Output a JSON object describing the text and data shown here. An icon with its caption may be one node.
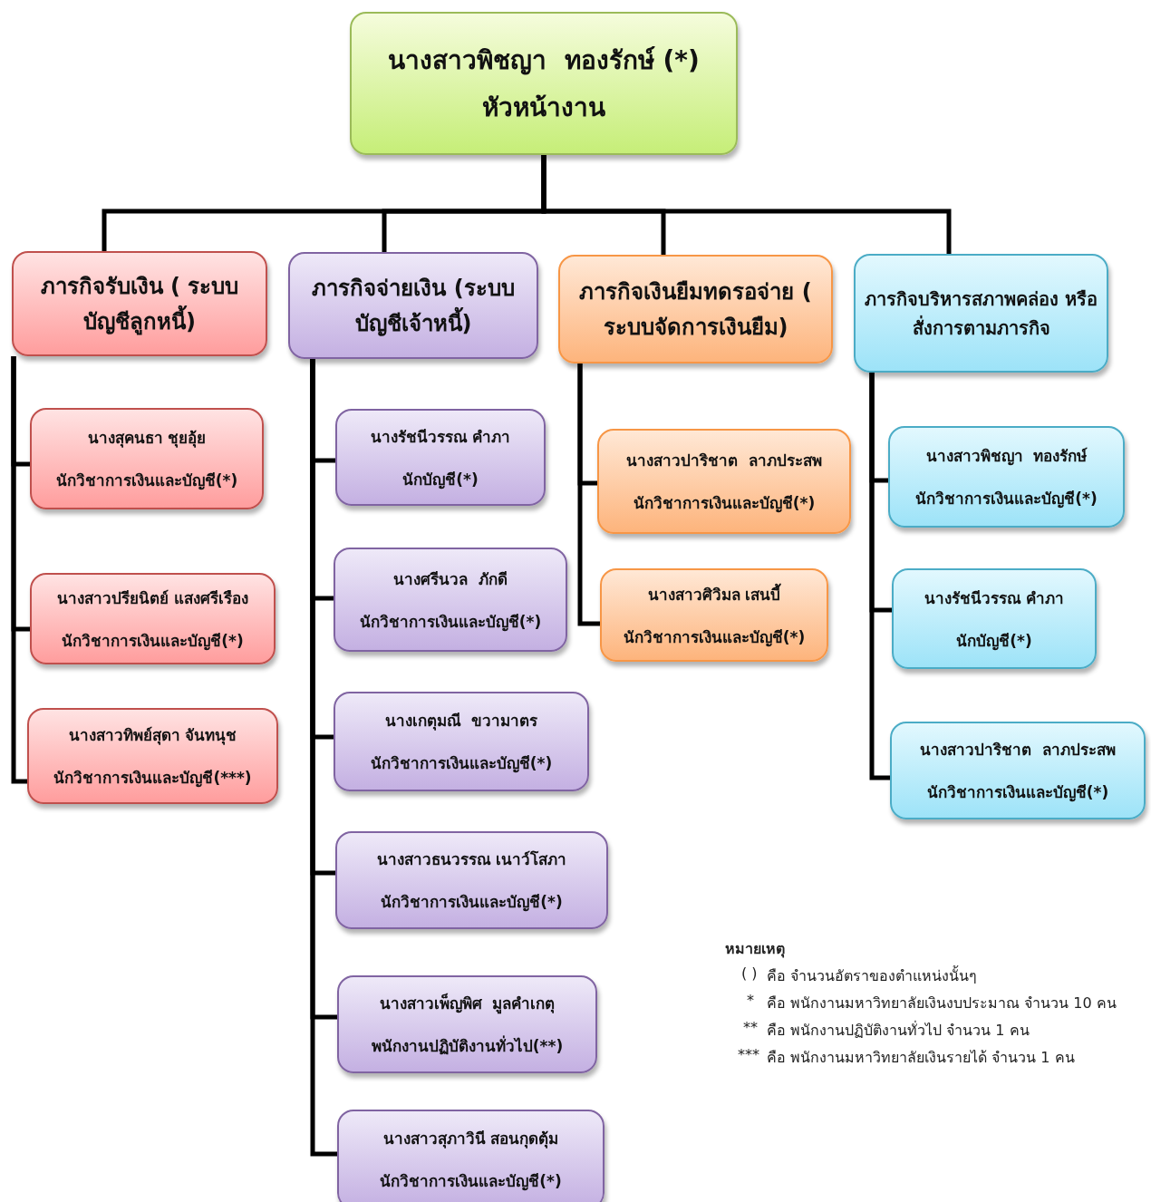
{
  "diagram": {
    "nodes": [
      {
        "text": [
          "นางสาวพิชญา  ทองรักษ์ (*)",
          "หัวหน้างาน"
        ]
      },
      {
        "text": [
          "ภารกิจรับเงิน ( ระบบบัญชีลูกหนี้)"
        ]
      },
      {
        "text": [
          "ภารกิจจ่ายเงิน (ระบบบัญชีเจ้าหนี้)"
        ]
      },
      {
        "text": [
          "ภารกิจเงินยืมทดรอจ่าย ( ระบบจัดการเงินยืม)"
        ]
      },
      {
        "text": [
          "ภารกิจบริหารสภาพคล่อง หรือสั่งการตามภารกิจ"
        ]
      },
      {
        "text": [
          "นางสุคนธา ชุยอุ้ย",
          "นักวิชาการเงินและบัญชี(*)"
        ]
      },
      {
        "text": [
          "นางสาวปรียนิตย์ แสงศรีเรือง",
          "นักวิชาการเงินและบัญชี(*)"
        ]
      },
      {
        "text": [
          "นางสาวทิพย์สุดา จันทนุช",
          "นักวิชาการเงินและบัญชี(***)"
        ]
      },
      {
        "text": [
          "นางรัชนีวรรณ คำภา",
          "นักบัญชี(*)"
        ]
      },
      {
        "text": [
          "นางศรีนวล  ภักดี",
          "นักวิชาการเงินและบัญชี(*)"
        ]
      },
      {
        "text": [
          "นางเกตุมณี  ขวามาตร",
          "นักวิชาการเงินและบัญชี(*)"
        ]
      },
      {
        "text": [
          "นางสาวธนวรรณ เนาว์โสภา",
          "นักวิชาการเงินและบัญชี(*)"
        ]
      },
      {
        "text": [
          "นางสาวเพ็ญพิศ  มูลคำเกตุ",
          "พนักงานปฏิบัติงานทั่วไป(**)"
        ]
      },
      {
        "text": [
          "นางสาวสุภาวินี สอนกุดตุ้ม",
          "นักวิชาการเงินและบัญชี(*)"
        ]
      },
      {
        "text": [
          "นางสาวปาริชาต  ลาภประสพ",
          "นักวิชาการเงินและบัญชี(*)"
        ]
      },
      {
        "text": [
          "นางสาวศิวิมล เสนบี้",
          "นักวิชาการเงินและบัญชี(*)"
        ]
      },
      {
        "text": [
          "นางสาวพิชญา  ทองรักษ์",
          "นักวิชาการเงินและบัญชี(*)"
        ]
      },
      {
        "text": [
          "นางรัชนีวรรณ คำภา",
          "นักบัญชี(*)"
        ]
      },
      {
        "text": [
          "นางสาวปาริชาต  ลาภประสพ",
          "นักวิชาการเงินและบัญชี(*)"
        ]
      }
    ],
    "edges": [
      {
        "from": 0,
        "to": 1,
        "arrow": "none"
      },
      {
        "from": 0,
        "to": 2,
        "arrow": "none"
      },
      {
        "from": 0,
        "to": 3,
        "arrow": "none"
      },
      {
        "from": 0,
        "to": 4,
        "arrow": "none"
      },
      {
        "from": 1,
        "to": 5,
        "arrow": "none"
      },
      {
        "from": 1,
        "to": 6,
        "arrow": "none"
      },
      {
        "from": 1,
        "to": 7,
        "arrow": "none"
      },
      {
        "from": 2,
        "to": 8,
        "arrow": "none"
      },
      {
        "from": 2,
        "to": 9,
        "arrow": "none"
      },
      {
        "from": 2,
        "to": 10,
        "arrow": "none"
      },
      {
        "from": 2,
        "to": 11,
        "arrow": "none"
      },
      {
        "from": 2,
        "to": 12,
        "arrow": "none"
      },
      {
        "from": 2,
        "to": 13,
        "arrow": "none"
      },
      {
        "from": 3,
        "to": 14,
        "arrow": "none"
      },
      {
        "from": 3,
        "to": 15,
        "arrow": "none"
      },
      {
        "from": 4,
        "to": 16,
        "arrow": "none"
      },
      {
        "from": 4,
        "to": 17,
        "arrow": "none"
      },
      {
        "from": 4,
        "to": 18,
        "arrow": "none"
      }
    ],
    "labels": [
      "หมายเหตุ",
      "( )",
      "คือ จำนวนอัตราของตำแหน่งนั้นๆ",
      "*",
      "คือ พนักงานมหาวิทยาลัยเงินงบประมาณ จำนวน 10 คน",
      "**",
      "คือ พนักงานปฏิบัติงานทั่วไป จำนวน 1 คน",
      "***",
      "คือ พนักงานมหาวิทยาลัยเงินรายได้ จำนวน 1 คน"
    ]
  }
}
